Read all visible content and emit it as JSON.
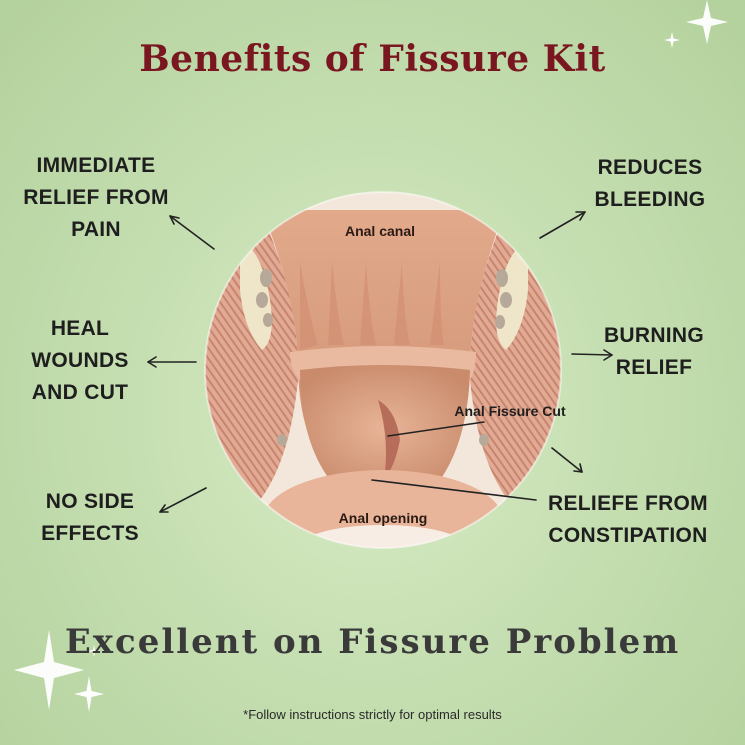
{
  "title": "Benefits of Fissure Kit",
  "benefits": {
    "top_left": "IMMEDIATE RELIEF FROM PAIN",
    "top_right": "REDUCES BLEEDING",
    "mid_left": "HEAL WOUNDS AND CUT",
    "mid_right": "BURNING RELIEF",
    "bottom_left": "NO SIDE EFFECTS",
    "bottom_right": "RELIEFE FROM CONSTIPATION"
  },
  "diagram": {
    "label_canal": "Anal canal",
    "label_fissure": "Anal Fissure Cut",
    "label_opening": "Anal opening"
  },
  "tagline": "Excellent on Fissure Problem",
  "note": "*Follow instructions strictly for optimal results",
  "colors": {
    "title": "#7a1620",
    "background": "#c6dfb2",
    "tissue": "#d9a184"
  }
}
